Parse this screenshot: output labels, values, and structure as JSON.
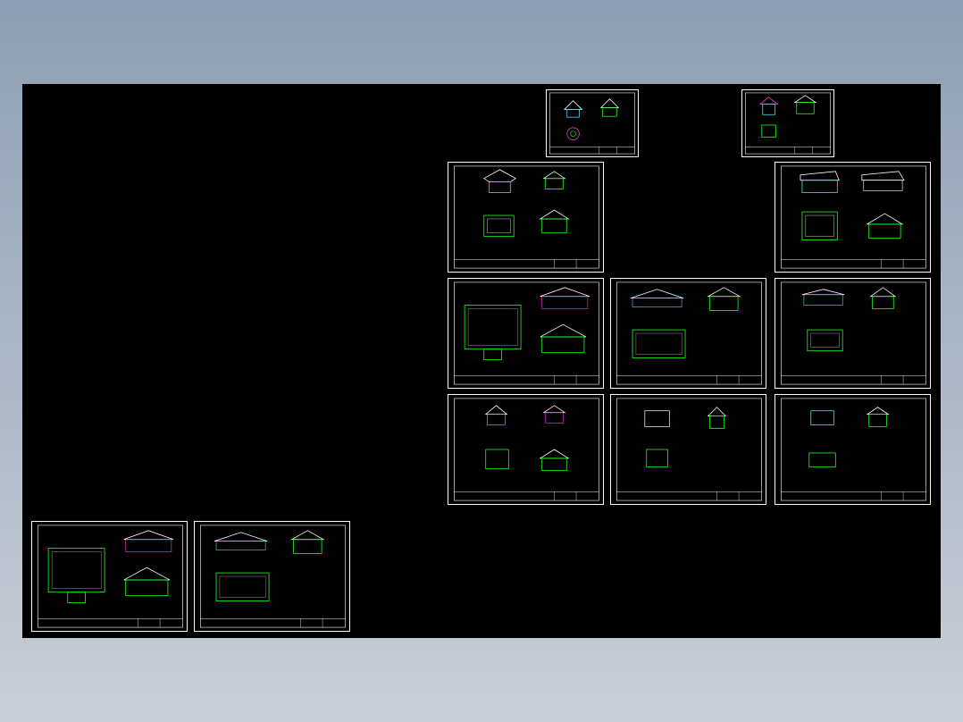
{
  "colors": {
    "bg_top": "#8e9fb3",
    "bg_bottom": "#c9ced7",
    "canvas": "#000000",
    "frame": "#ffffff",
    "dim": "#22ff22",
    "roof": "#ffffff",
    "accent_cyan": "#3ee8ff",
    "accent_magenta": "#ff3ad8",
    "accent_yellow": "#ffff33",
    "accent_red": "#ff3333"
  },
  "canvas_label": "cad-model-space",
  "sheets": [
    {
      "id": "s1",
      "kind": "small-pavilion-a"
    },
    {
      "id": "s2",
      "kind": "small-pavilion-b"
    },
    {
      "id": "s3",
      "kind": "pavilion-hex"
    },
    {
      "id": "s4",
      "kind": "hall-long"
    },
    {
      "id": "s5",
      "kind": "hall-large-plan"
    },
    {
      "id": "s6",
      "kind": "hall-side"
    },
    {
      "id": "s7",
      "kind": "hall-small"
    },
    {
      "id": "s8",
      "kind": "pavilion-square"
    },
    {
      "id": "s9",
      "kind": "gate-house"
    },
    {
      "id": "s10",
      "kind": "kiosk"
    },
    {
      "id": "s11",
      "kind": "hall-large-plan"
    },
    {
      "id": "s12",
      "kind": "hall-side"
    }
  ]
}
